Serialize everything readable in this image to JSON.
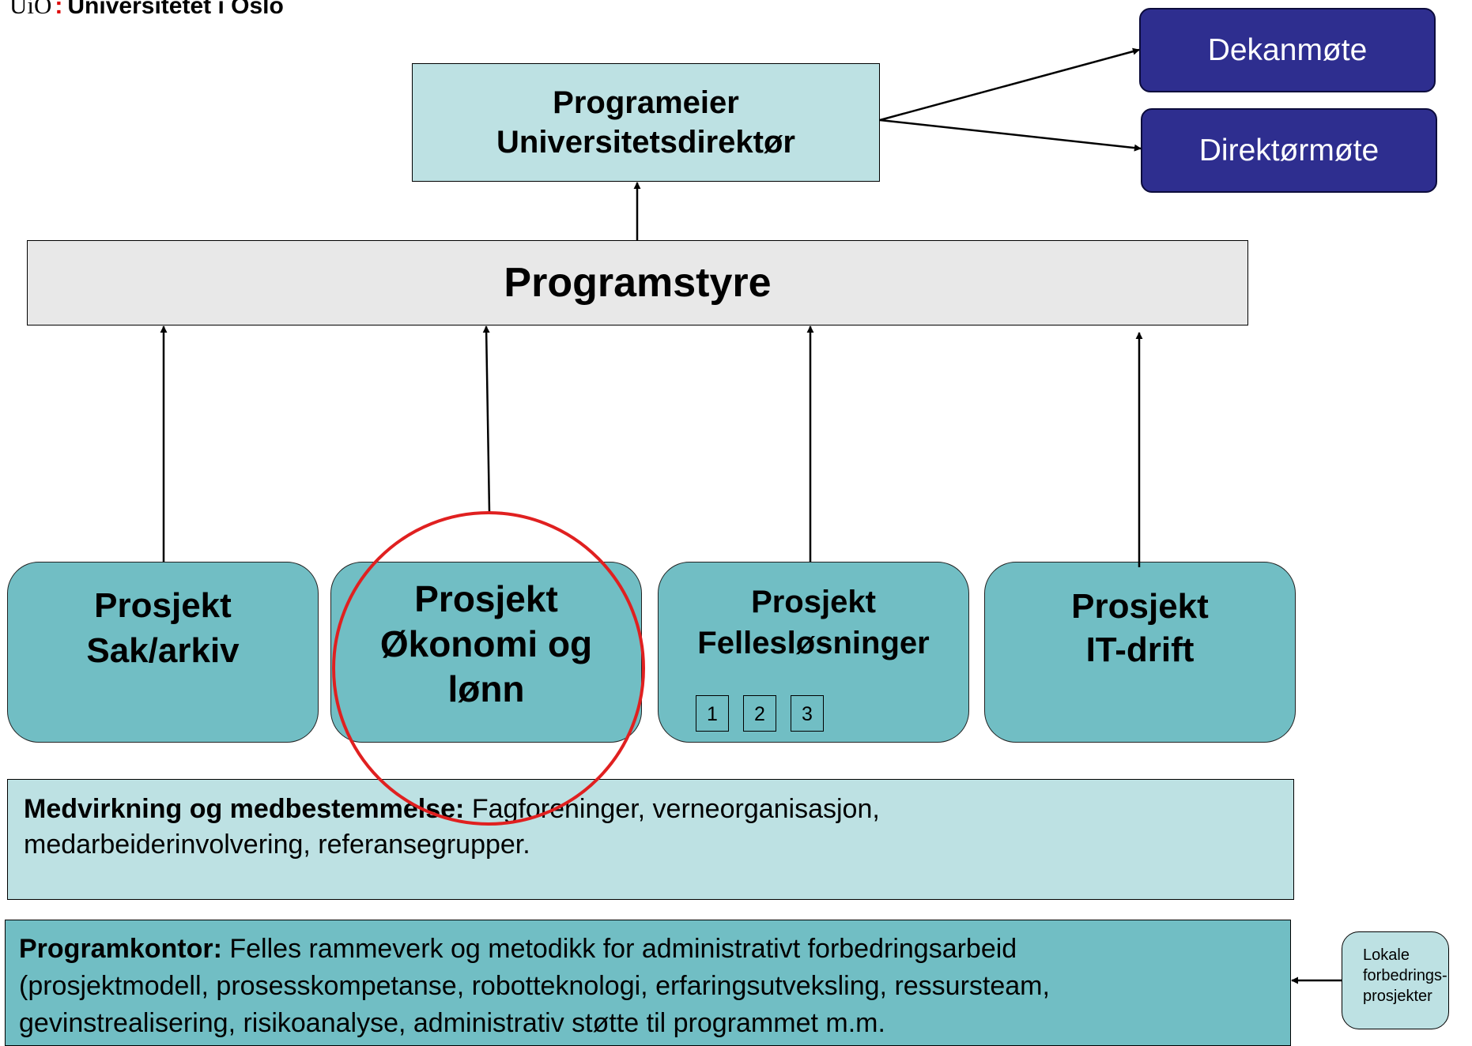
{
  "logo": {
    "uio": "UiO",
    "colon": ":",
    "name": "Universitetet i Oslo"
  },
  "owner": {
    "line1": "Programeier",
    "line2": "Universitetsdirektør"
  },
  "meetings": {
    "dekan": "Dekanmøte",
    "direktor": "Direktørmøte"
  },
  "board": {
    "label": "Programstyre"
  },
  "projects": [
    {
      "lines": [
        "Prosjekt",
        "Sak/arkiv"
      ]
    },
    {
      "lines": [
        "Prosjekt",
        "Økonomi og",
        "lønn"
      ]
    },
    {
      "lines": [
        "Prosjekt",
        "Fellesløsninger"
      ],
      "subprojects": [
        "1",
        "2",
        "3"
      ]
    },
    {
      "lines": [
        "Prosjekt",
        "IT-drift"
      ]
    }
  ],
  "participation": {
    "heading": "Medvirkning og medbestemmelse:",
    "text1": "Fagforeninger, verneorganisasjon,",
    "text2": "medarbeiderinvolvering, referansegrupper."
  },
  "program_office": {
    "heading": "Programkontor:",
    "text1": "Felles rammeverk og metodikk for administrativt forbedringsarbeid",
    "text2": "(prosjektmodell, prosesskompetanse, robotteknologi, erfaringsutveksling, ressursteam,",
    "text3": "gevinstrealisering, risikoanalyse, administrativ støtte til programmet m.m."
  },
  "local": {
    "line1": "Lokale",
    "line2": "forbedrings-",
    "line3": "prosjekter"
  },
  "colors": {
    "light_teal": "#bde1e3",
    "teal": "#71bec4",
    "navy": "#2e2e8f",
    "board_gray": "#e8e8e8",
    "highlight_red": "#e02020"
  }
}
